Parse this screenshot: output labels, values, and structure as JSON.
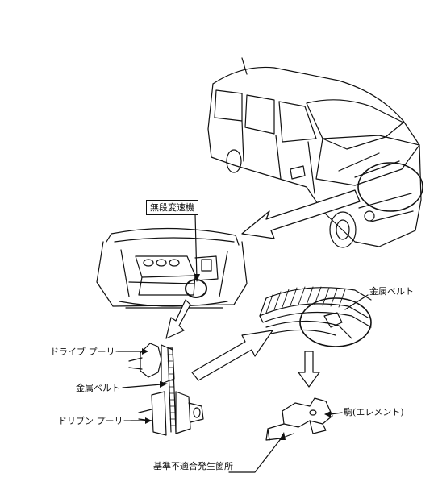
{
  "labels": {
    "cvt": "無段変速機",
    "metal_belt_top": "金属ベルト",
    "drive_pulley": "ドライブ プーリー",
    "metal_belt_mid": "金属ベルト",
    "driven_pulley": "ドリブン プーリー",
    "element": "駒(エレメント)",
    "failure_point": "基準不適合発生箇所"
  }
}
